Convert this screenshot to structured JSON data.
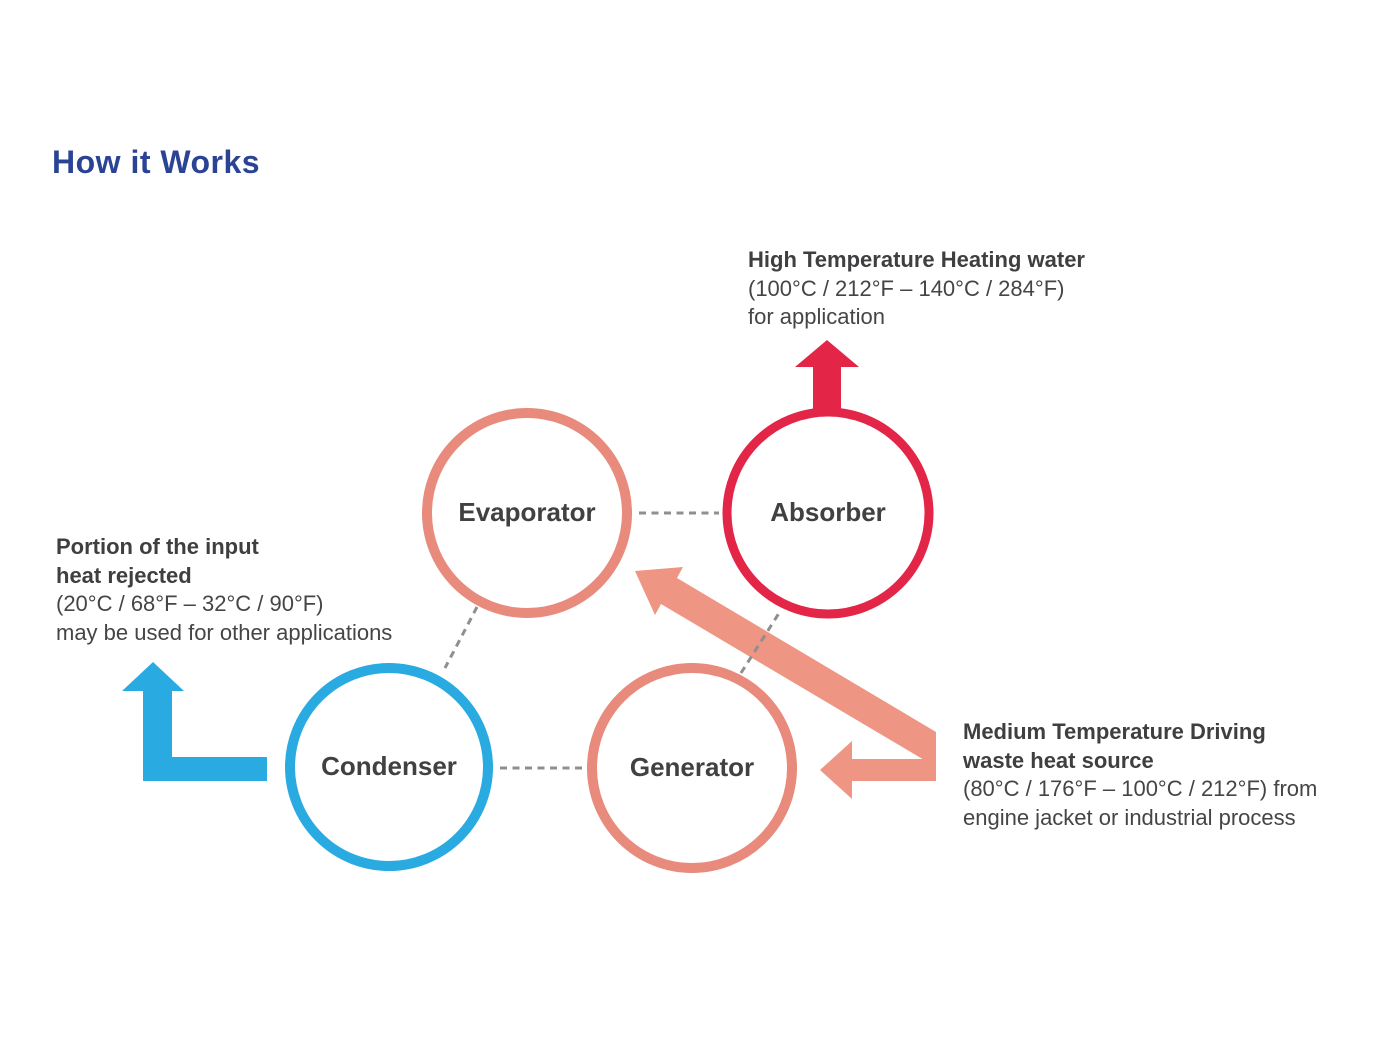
{
  "title": "How it Works",
  "colors": {
    "navy": "#2B4394",
    "text_dark": "#454547",
    "label_dark": "#414042",
    "blue": "#29ABE2",
    "salmon_circle": "#E88B7C",
    "salmon_arrow": "#EE9583",
    "red": "#E32648",
    "dash_gray": "#8F8F8F",
    "circle_fill": "#FFFFFF"
  },
  "nodes": {
    "evaporator": {
      "label": "Evaporator"
    },
    "absorber": {
      "label": "Absorber"
    },
    "condenser": {
      "label": "Condenser"
    },
    "generator": {
      "label": "Generator"
    }
  },
  "edges": [
    {
      "from": "Evaporator",
      "to": "Absorber",
      "style": "dashed"
    },
    {
      "from": "Evaporator",
      "to": "Condenser",
      "style": "dashed"
    },
    {
      "from": "Condenser",
      "to": "Generator",
      "style": "dashed"
    },
    {
      "from": "Generator",
      "to": "Absorber",
      "style": "dashed"
    }
  ],
  "arrows": [
    {
      "name": "absorber-output",
      "color_key": "red",
      "direction": "up",
      "meaning": "High Temperature Heating water out of Absorber"
    },
    {
      "name": "condenser-output",
      "color_key": "blue",
      "direction": "up-left-L",
      "meaning": "Portion of the input heat rejected from Condenser"
    },
    {
      "name": "waste-heat-diagonal",
      "color_key": "salmon_arrow",
      "direction": "up-left",
      "meaning": "Medium temperature waste heat into Evaporator/Absorber side"
    },
    {
      "name": "waste-heat-horizontal",
      "color_key": "salmon_arrow",
      "direction": "left",
      "meaning": "Medium temperature waste heat into Generator"
    }
  ],
  "annotations": {
    "high_temp": {
      "line1": "High Temperature Heating water",
      "line2": "(100°C / 212°F – 140°C / 284°F)",
      "line3": "for application"
    },
    "heat_rejected": {
      "line1": "Portion of the input",
      "line2": "heat rejected",
      "line3": "(20°C / 68°F – 32°C / 90°F)",
      "line4": "may be used for other applications"
    },
    "medium_temp": {
      "line1": "Medium Temperature Driving",
      "line2": "waste heat source",
      "line3": "(80°C / 176°F – 100°C / 212°F) from",
      "line4": "engine jacket or industrial process"
    }
  }
}
